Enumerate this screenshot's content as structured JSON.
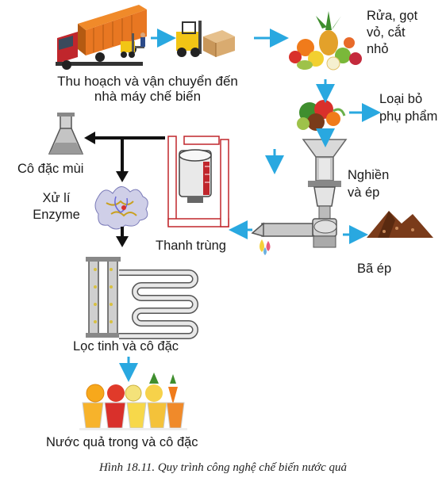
{
  "labels": {
    "harvest": "Thu hoạch và vận chuyển đến\nnhà máy chế biến",
    "wash": "Rửa, gọt\nvỏ, cắt\nnhỏ",
    "remove": "Loại bỏ\nphụ phẩm",
    "aroma": "Cô đặc mùi",
    "enzyme": "Xử lí\nEnzyme",
    "crush": "Nghiền\nvà ép",
    "pasteurize": "Thanh trùng",
    "pomace": "Bã ép",
    "filter": "Lọc tinh và cô đặc",
    "product": "Nước quả trong và cô đặc"
  },
  "caption": "Hình 18.11. Quy trình công nghệ chế biến nước quả",
  "colors": {
    "arrow_blue": "#29a8e0",
    "arrow_black": "#111111",
    "truck_red": "#c0262c",
    "container_orange": "#e87722",
    "forklift_yellow": "#f2c515",
    "pomace_brown": "#7a3b1a",
    "machine_gray": "#b8b8b8"
  }
}
